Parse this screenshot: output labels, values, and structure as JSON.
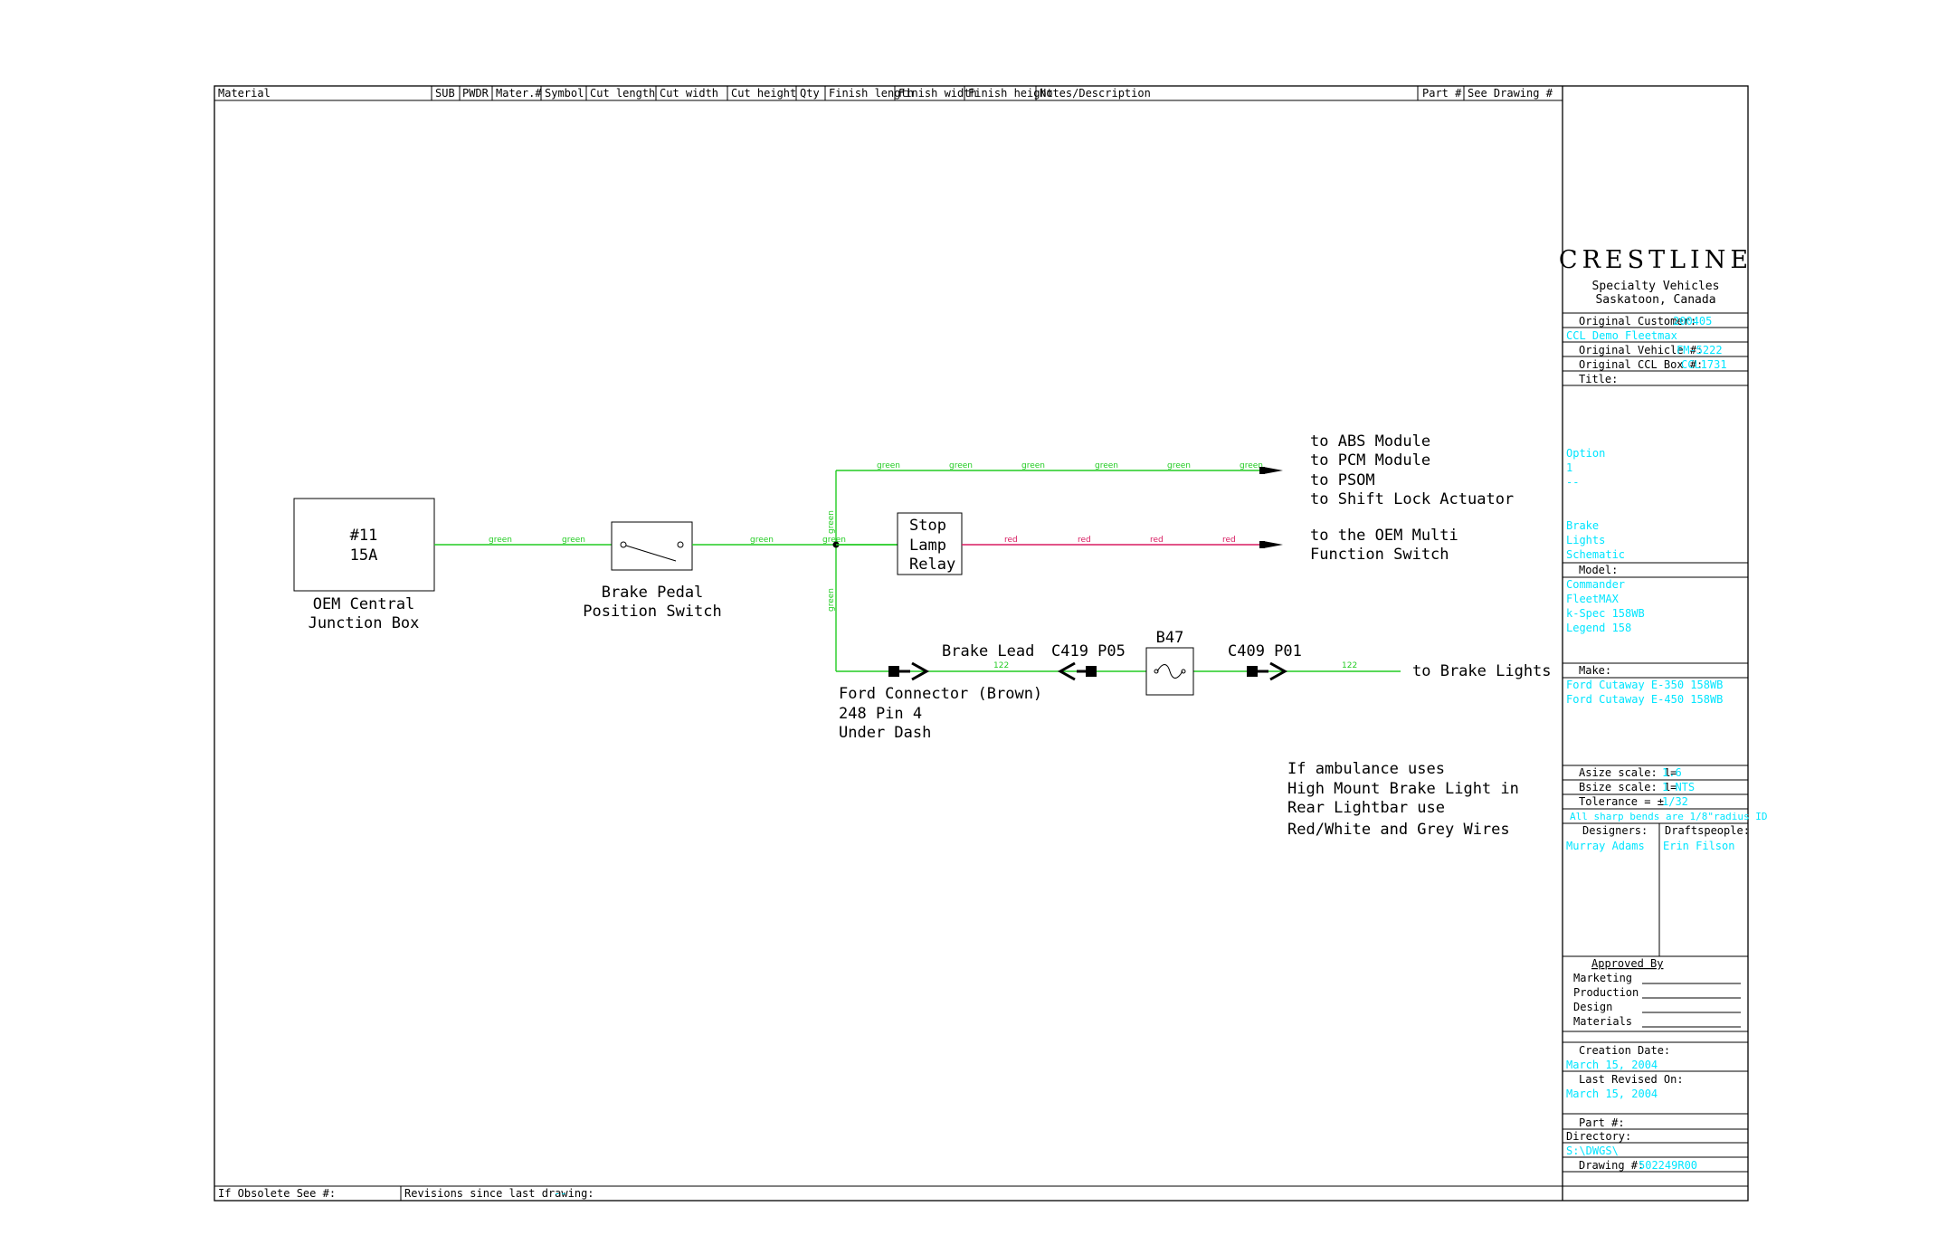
{
  "header_columns": [
    "Material",
    "SUB",
    "PWDR",
    "Mater.#",
    "Symbol",
    "Cut length",
    "Cut width",
    "Cut height",
    "Qty",
    "Finish length",
    "Finish width",
    "Finish height",
    "Notes/Description",
    "Part #",
    "See Drawing #"
  ],
  "footer": {
    "obsolete_label": "If Obsolete See #:",
    "revisions_label": "Revisions since last drawing:",
    "revisions_value": "--"
  },
  "title_block": {
    "logo": "CRESTLINE",
    "company_line1": "Specialty Vehicles",
    "company_line2": "Saskatoon, Canada",
    "orig_customer_label": "Original Customer:",
    "orig_customer_value": "200405",
    "customer_name": "CCL Demo Fleetmax",
    "orig_vehicle_label": "Original Vehicle #:",
    "orig_vehicle_value": "FM-5222",
    "orig_box_label": "Original CCL Box #:",
    "orig_box_value": "CCL1731",
    "title_label": "Title:",
    "title_lines": [
      "Option",
      "1",
      "--",
      "Brake",
      "Lights",
      "Schematic"
    ],
    "model_label": "Model:",
    "model_lines": [
      "Commander",
      "FleetMAX",
      "k-Spec 158WB",
      "Legend 158"
    ],
    "make_label": "Make:",
    "make_lines": [
      "Ford Cutaway E-350 158WB",
      "Ford Cutaway E-450 158WB"
    ],
    "asize_label": "Asize scale: 1=",
    "asize_value": "1.6",
    "bsize_label": "Bsize scale: 1=",
    "bsize_value": "1  NTS",
    "tolerance_label": "Tolerance = ±",
    "tolerance_value": "1/32",
    "bends_note": "All sharp bends are 1/8\"radius ID",
    "designers_label": "Designers:",
    "designers_value": "Murray Adams",
    "drafts_label": "Draftspeople:",
    "drafts_value": "Erin Filson",
    "approved_label": "Approved By",
    "approvals": [
      "Marketing",
      "Production",
      "Design",
      "Materials"
    ],
    "creation_label": "Creation Date:",
    "creation_value": "March 15, 2004",
    "revised_label": "Last Revised On:",
    "revised_value": "March 15, 2004",
    "part_label": "Part #:",
    "directory_label": "Directory:",
    "directory_value": "S:\\DWGS\\",
    "drawing_label": "Drawing #:",
    "drawing_value": "502249R00"
  },
  "schematic": {
    "fuse_line1": "#11",
    "fuse_line2": "15A",
    "fuse_caption1": "OEM Central",
    "fuse_caption2": "Junction Box",
    "switch_caption1": "Brake Pedal",
    "switch_caption2": "Position Switch",
    "relay_line1": "Stop",
    "relay_line2": "Lamp",
    "relay_line3": "Relay",
    "dest_top": [
      "to ABS Module",
      "to PCM Module",
      "to PSOM",
      "to Shift Lock Actuator"
    ],
    "dest_mid": [
      "to the OEM Multi",
      "Function Switch"
    ],
    "brake_lead": "Brake Lead",
    "c419": "C419 P05",
    "b47": "B47",
    "c409": "C409 P01",
    "to_brake_lights": "to Brake Lights",
    "ford_connector": [
      "Ford Connector (Brown)",
      "248 Pin 4",
      "Under Dash"
    ],
    "ambulance_note": [
      "If ambulance uses",
      "High Mount Brake Light in",
      "Rear Lightbar use",
      "Red/White and Grey Wires"
    ],
    "wire_green": "green",
    "wire_red": "red",
    "wire_num": "122"
  }
}
